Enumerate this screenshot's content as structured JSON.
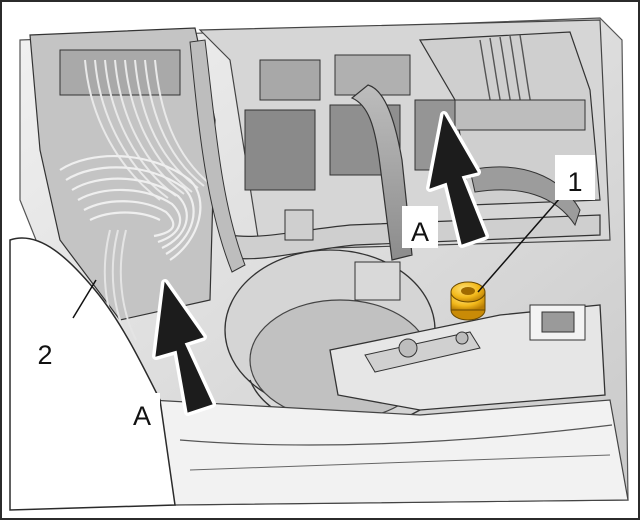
{
  "labels": {
    "one": "1",
    "two": "2",
    "a_upper": "A",
    "a_lower": "A"
  },
  "colors": {
    "line_art": "#2b2b2b",
    "grey_fill": "#dcdcdc",
    "dark_fill": "#9a9a9a",
    "arrow_fill": "#1c1c1c",
    "highlight_part": "#f2b81a"
  },
  "icons": {
    "push_direction": "arrow-icon",
    "highlighted_fastener": "nut-icon"
  }
}
